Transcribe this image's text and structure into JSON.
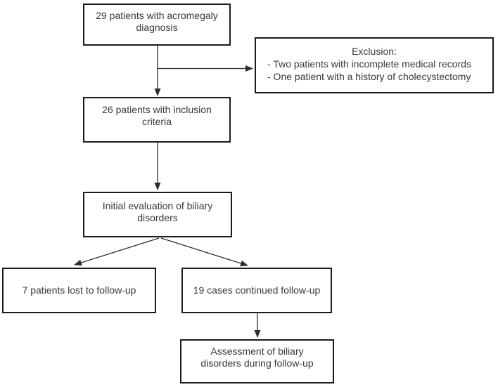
{
  "figure": {
    "boxes": {
      "acromegaly": {
        "lines": [
          "29 patients with acromegaly",
          "diagnosis"
        ]
      },
      "exclusion": {
        "title": "Exclusion:",
        "items": [
          "- Two patients with incomplete medical records",
          "- One patient with a history of cholecystectomy"
        ]
      },
      "inclusion": {
        "lines": [
          "26 patients with inclusion",
          "criteria"
        ]
      },
      "initial_evaluation": {
        "lines": [
          "Initial evaluation of biliary",
          "disorders"
        ]
      },
      "lost_followup": {
        "lines": [
          "7 patients lost to follow-up"
        ]
      },
      "continued_followup": {
        "lines": [
          "19 cases continued follow-up"
        ]
      },
      "assessment": {
        "lines": [
          "Assessment of biliary",
          "disorders during follow-up"
        ]
      }
    },
    "colors": {
      "border": "#1b1b1b",
      "text": "#383838",
      "line": "#2e2e2e",
      "background": "#ffffff"
    }
  }
}
